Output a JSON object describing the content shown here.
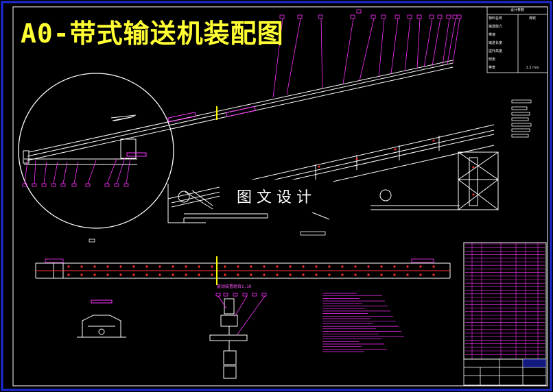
{
  "drawing": {
    "title": "A0-带式输送机装配图",
    "watermark": "图文设计",
    "assembly_note": "驱动装置组合1.10"
  },
  "spec_table": {
    "header": "设计参数",
    "rows": [
      {
        "key": "物料名称",
        "value": "煤炭"
      },
      {
        "key": "输送能力",
        "value": ""
      },
      {
        "key": "带速",
        "value": ""
      },
      {
        "key": "输送长度",
        "value": ""
      },
      {
        "key": "提升高度",
        "value": ""
      },
      {
        "key": "倾角",
        "value": ""
      },
      {
        "key": "带宽",
        "value": "1.2 m/s"
      }
    ]
  },
  "colors": {
    "border": "#1e2bd6",
    "frame": "#ffffff",
    "leader": "#ff33ff",
    "title": "#ffff33",
    "accent_red": "#ff3030",
    "accent_yellow": "#ffff00"
  }
}
